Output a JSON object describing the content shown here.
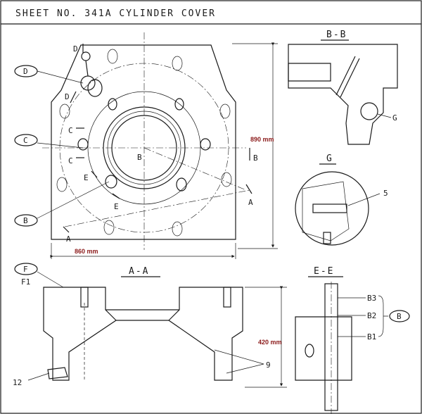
{
  "header": {
    "title": "SHEET NO. 341A  CYLINDER COVER"
  },
  "colors": {
    "dimension": "#8b1a1a",
    "line": "#1a1a1a"
  },
  "plan_view": {
    "dim_height": "890 mm",
    "dim_width": "860 mm",
    "callouts": {
      "d": "D",
      "c": "C",
      "b": "B"
    },
    "section_marks": {
      "d1": "D",
      "d2": "D",
      "c1": "C",
      "c2": "C",
      "e1": "E",
      "e2": "E",
      "a1": "A",
      "a2": "A",
      "b_right": "B",
      "b_center": "B"
    }
  },
  "view_bb": {
    "title": "B-B",
    "callout_g": "G"
  },
  "view_g": {
    "title": "G",
    "item": "5"
  },
  "view_aa": {
    "title": "A-A",
    "callout_f": "F",
    "label_f1": "F1",
    "dim_height": "420 mm",
    "item_12": "12",
    "item_9": "9"
  },
  "view_ee": {
    "title": "E-E",
    "b3": "B3",
    "b2": "B2",
    "b1": "B1",
    "callout_b": "B"
  }
}
